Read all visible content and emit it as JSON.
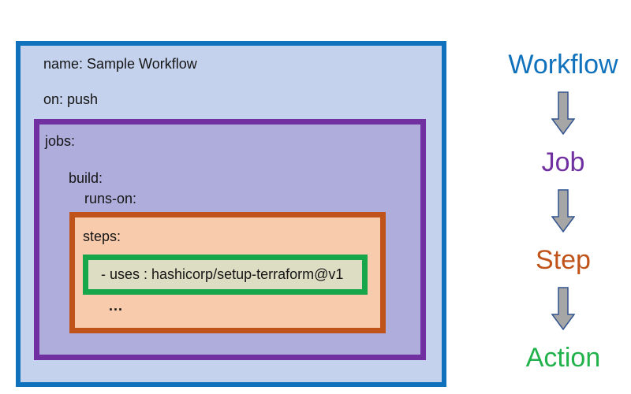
{
  "diagram": {
    "workflow_box": {
      "name_line": "name: Sample Workflow",
      "on_line": "on: push",
      "jobs_box": {
        "jobs_label": "jobs:",
        "build_label": "build:",
        "runs_on_label": "runs-on:",
        "steps_box": {
          "steps_label": "steps:",
          "action_box": {
            "uses_line": "- uses : hashicorp/setup-terraform@v1"
          },
          "ellipsis": "..."
        }
      }
    }
  },
  "legend": {
    "items": [
      {
        "label": "Workflow",
        "color": "#1072BD"
      },
      {
        "label": "Job",
        "color": "#7030A0"
      },
      {
        "label": "Step",
        "color": "#C0531A"
      },
      {
        "label": "Action",
        "color": "#21B24B"
      }
    ]
  },
  "colors": {
    "workflow_border": "#1072BD",
    "workflow_fill": "#C5D2EE",
    "job_border": "#7030A0",
    "job_fill": "#AFADDC",
    "step_border": "#C0531A",
    "step_fill": "#F8CBAD",
    "action_border": "#17A64A",
    "action_fill": "#DCDDC3",
    "arrow_fill": "#A6A6A6",
    "arrow_stroke": "#31538F",
    "text": "#151515"
  }
}
